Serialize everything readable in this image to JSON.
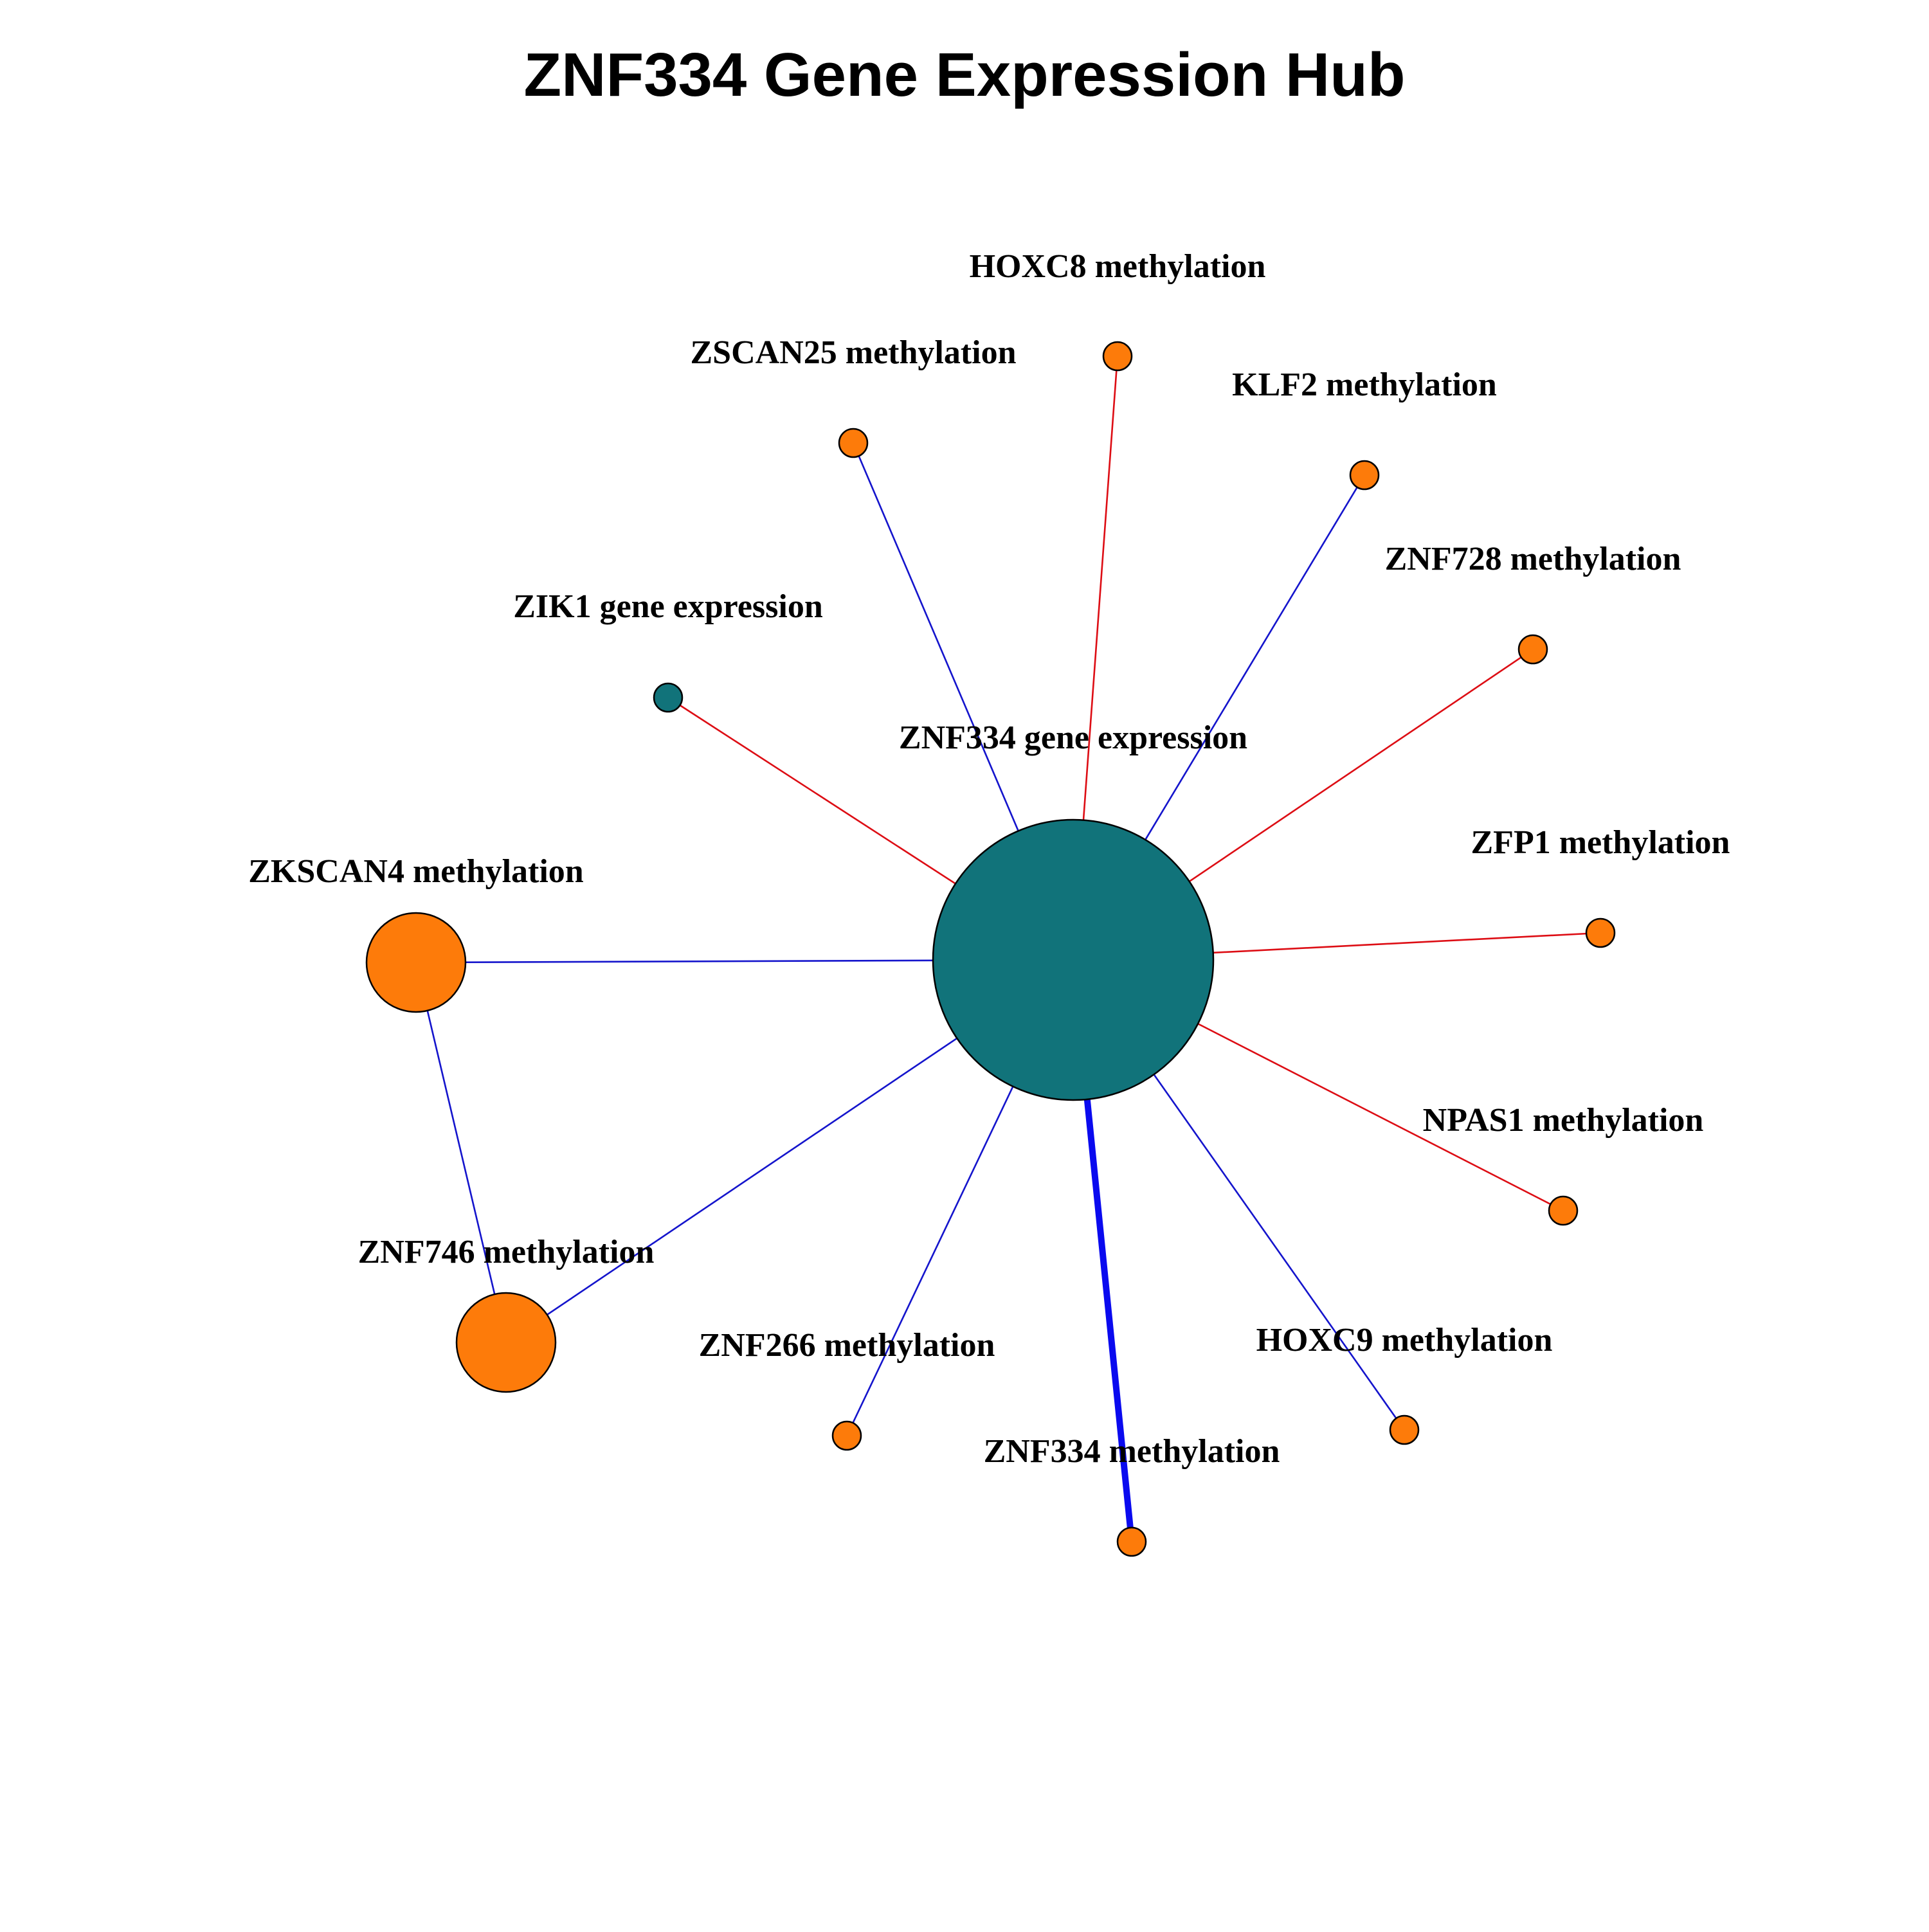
{
  "title": "ZNF334 Gene Expression Hub",
  "colors": {
    "gene_expression_node": "#11737a",
    "methylation_node": "#fd7b0a",
    "positive_edge": "#dd0d14",
    "negative_edge": "#1414cc",
    "strong_negative_edge": "#0a0aef"
  },
  "nodes": [
    {
      "id": "hub",
      "label": "ZNF334 gene expression",
      "type": "gene_expression",
      "size": "large"
    },
    {
      "id": "zik1",
      "label": "ZIK1 gene expression",
      "type": "gene_expression",
      "size": "small"
    },
    {
      "id": "zscan25",
      "label": "ZSCAN25 methylation",
      "type": "methylation",
      "size": "small"
    },
    {
      "id": "hoxc8",
      "label": "HOXC8 methylation",
      "type": "methylation",
      "size": "small"
    },
    {
      "id": "klf2",
      "label": "KLF2 methylation",
      "type": "methylation",
      "size": "small"
    },
    {
      "id": "znf728",
      "label": "ZNF728 methylation",
      "type": "methylation",
      "size": "small"
    },
    {
      "id": "zfp1",
      "label": "ZFP1 methylation",
      "type": "methylation",
      "size": "small"
    },
    {
      "id": "npas1",
      "label": "NPAS1 methylation",
      "type": "methylation",
      "size": "small"
    },
    {
      "id": "hoxc9",
      "label": "HOXC9 methylation",
      "type": "methylation",
      "size": "small"
    },
    {
      "id": "znf334m",
      "label": "ZNF334 methylation",
      "type": "methylation",
      "size": "small"
    },
    {
      "id": "znf266",
      "label": "ZNF266 methylation",
      "type": "methylation",
      "size": "small"
    },
    {
      "id": "znf746",
      "label": "ZNF746 methylation",
      "type": "methylation",
      "size": "medium"
    },
    {
      "id": "zkscan4",
      "label": "ZKSCAN4 methylation",
      "type": "methylation",
      "size": "medium"
    }
  ],
  "edges": [
    {
      "from": "hub",
      "to": "zik1",
      "sign": "positive",
      "strength": "normal"
    },
    {
      "from": "hub",
      "to": "zscan25",
      "sign": "negative",
      "strength": "normal"
    },
    {
      "from": "hub",
      "to": "hoxc8",
      "sign": "positive",
      "strength": "normal"
    },
    {
      "from": "hub",
      "to": "klf2",
      "sign": "negative",
      "strength": "normal"
    },
    {
      "from": "hub",
      "to": "znf728",
      "sign": "positive",
      "strength": "normal"
    },
    {
      "from": "hub",
      "to": "zfp1",
      "sign": "positive",
      "strength": "normal"
    },
    {
      "from": "hub",
      "to": "npas1",
      "sign": "positive",
      "strength": "normal"
    },
    {
      "from": "hub",
      "to": "hoxc9",
      "sign": "negative",
      "strength": "normal"
    },
    {
      "from": "hub",
      "to": "znf334m",
      "sign": "negative",
      "strength": "strong"
    },
    {
      "from": "hub",
      "to": "znf266",
      "sign": "negative",
      "strength": "normal"
    },
    {
      "from": "hub",
      "to": "znf746",
      "sign": "negative",
      "strength": "normal"
    },
    {
      "from": "hub",
      "to": "zkscan4",
      "sign": "negative",
      "strength": "normal"
    },
    {
      "from": "zkscan4",
      "to": "znf746",
      "sign": "negative",
      "strength": "normal"
    }
  ]
}
